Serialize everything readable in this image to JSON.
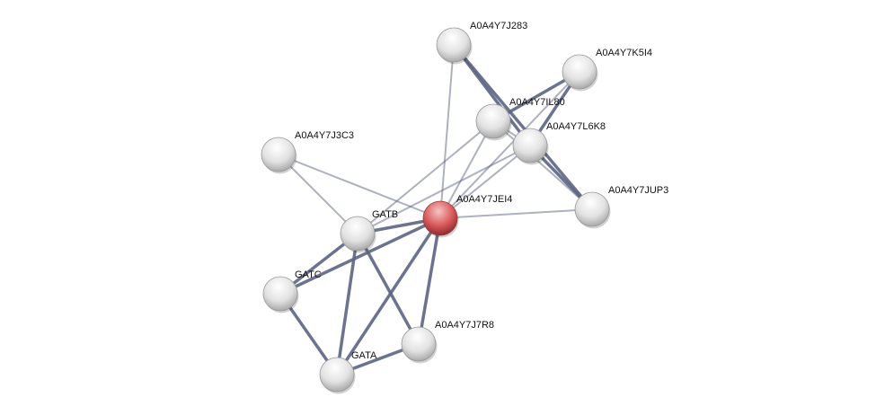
{
  "network": {
    "query_node": "A0A4Y7JEI4",
    "nodes": [
      {
        "id": "A0A4Y7J283",
        "label": "A0A4Y7J283"
      },
      {
        "id": "A0A4Y7K5I4",
        "label": "A0A4Y7K5I4"
      },
      {
        "id": "A0A4Y7IL80",
        "label": "A0A4Y7IL80"
      },
      {
        "id": "A0A4Y7L6K8",
        "label": "A0A4Y7L6K8"
      },
      {
        "id": "A0A4Y7J3C3",
        "label": "A0A4Y7J3C3"
      },
      {
        "id": "A0A4Y7JUP3",
        "label": "A0A4Y7JUP3"
      },
      {
        "id": "A0A4Y7JEI4",
        "label": "A0A4Y7JEI4"
      },
      {
        "id": "GATB",
        "label": "GATB"
      },
      {
        "id": "GATC",
        "label": "GATC"
      },
      {
        "id": "A0A4Y7J7R8",
        "label": "A0A4Y7J7R8"
      },
      {
        "id": "GATA",
        "label": "GATA"
      }
    ],
    "edges": [
      [
        "A0A4Y7JEI4",
        "GATB"
      ],
      [
        "A0A4Y7JEI4",
        "GATC"
      ],
      [
        "A0A4Y7JEI4",
        "GATA"
      ],
      [
        "A0A4Y7JEI4",
        "A0A4Y7J7R8"
      ],
      [
        "A0A4Y7JEI4",
        "A0A4Y7J3C3"
      ],
      [
        "A0A4Y7JEI4",
        "A0A4Y7J283"
      ],
      [
        "A0A4Y7JEI4",
        "A0A4Y7IL80"
      ],
      [
        "A0A4Y7JEI4",
        "A0A4Y7L6K8"
      ],
      [
        "A0A4Y7JEI4",
        "A0A4Y7K5I4"
      ],
      [
        "A0A4Y7JEI4",
        "A0A4Y7JUP3"
      ],
      [
        "GATB",
        "GATC"
      ],
      [
        "GATB",
        "GATA"
      ],
      [
        "GATB",
        "A0A4Y7J7R8"
      ],
      [
        "GATB",
        "A0A4Y7J3C3"
      ],
      [
        "GATB",
        "A0A4Y7IL80"
      ],
      [
        "GATB",
        "A0A4Y7L6K8"
      ],
      [
        "GATC",
        "GATA"
      ],
      [
        "GATA",
        "A0A4Y7J7R8"
      ],
      [
        "A0A4Y7J283",
        "A0A4Y7L6K8"
      ],
      [
        "A0A4Y7J283",
        "A0A4Y7JUP3"
      ],
      [
        "A0A4Y7IL80",
        "A0A4Y7K5I4"
      ],
      [
        "A0A4Y7L6K8",
        "A0A4Y7K5I4"
      ],
      [
        "A0A4Y7IL80",
        "A0A4Y7JUP3"
      ],
      [
        "A0A4Y7L6K8",
        "A0A4Y7JUP3"
      ],
      [
        "A0A4Y7IL80",
        "A0A4Y7L6K8"
      ]
    ],
    "colors": {
      "query": "#d9595b",
      "node": "#e4e4e4",
      "edge": "#5c6482"
    }
  }
}
